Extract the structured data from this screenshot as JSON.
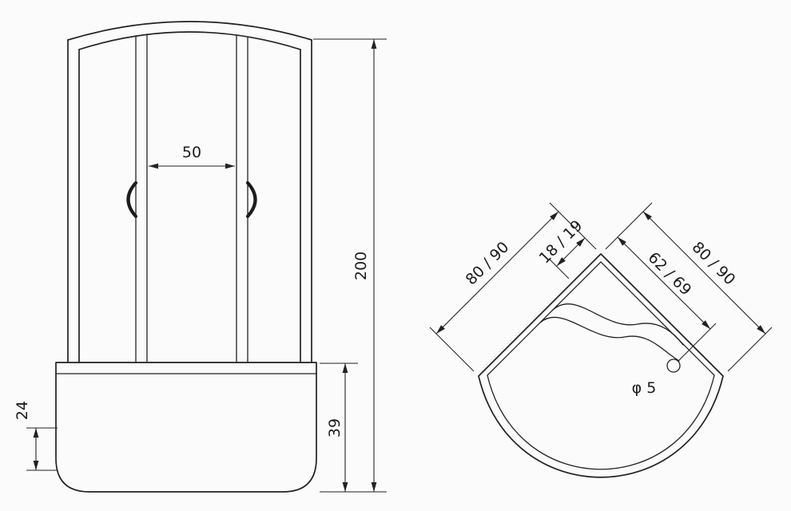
{
  "colors": {
    "line": "#222222",
    "background": "#fbfbfb"
  },
  "front_view": {
    "door_opening_width": "50",
    "total_height": "200",
    "tray_height": "24",
    "tray_with_panel_height": "39"
  },
  "top_view": {
    "left_side_width": "80 / 90",
    "corner_to_glass": "18 / 19",
    "drain_distance": "62 / 69",
    "right_side_width": "80 / 90",
    "drain_hole_diameter": "φ 5"
  }
}
